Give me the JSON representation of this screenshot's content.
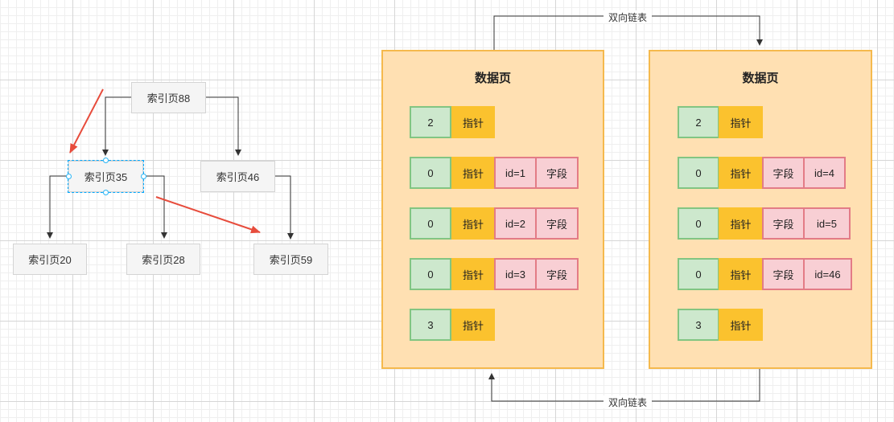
{
  "index_tree": {
    "root": "索引页88",
    "left_mid": "索引页35",
    "right_mid": "索引页46",
    "leaf_1": "索引页20",
    "leaf_2": "索引页28",
    "leaf_3": "索引页59"
  },
  "links": {
    "top": "双向链表",
    "bottom": "双向链表"
  },
  "pages": [
    {
      "title": "数据页",
      "head": {
        "owned": "2",
        "ptr": "指针"
      },
      "rows": [
        {
          "owned": "0",
          "ptr": "指针",
          "fields": [
            "id=1",
            "字段"
          ]
        },
        {
          "owned": "0",
          "ptr": "指针",
          "fields": [
            "id=2",
            "字段"
          ]
        },
        {
          "owned": "0",
          "ptr": "指针",
          "fields": [
            "id=3",
            "字段"
          ]
        }
      ],
      "tail": {
        "owned": "3",
        "ptr": "指针"
      }
    },
    {
      "title": "数据页",
      "head": {
        "owned": "2",
        "ptr": "指针"
      },
      "rows": [
        {
          "owned": "0",
          "ptr": "指针",
          "fields": [
            "字段",
            "id=4"
          ]
        },
        {
          "owned": "0",
          "ptr": "指针",
          "fields": [
            "字段",
            "id=5"
          ]
        },
        {
          "owned": "0",
          "ptr": "指针",
          "fields": [
            "字段",
            "id=46"
          ]
        }
      ],
      "tail": {
        "owned": "3",
        "ptr": "指针"
      }
    }
  ],
  "colors": {
    "page_fill": "#ffe0b2",
    "page_border": "#f5b94d",
    "pointer_fill": "#fbc22e",
    "count_fill": "#cde8cd",
    "field_fill": "#f8cfd4",
    "annotation_arrow": "#e74c3c"
  }
}
